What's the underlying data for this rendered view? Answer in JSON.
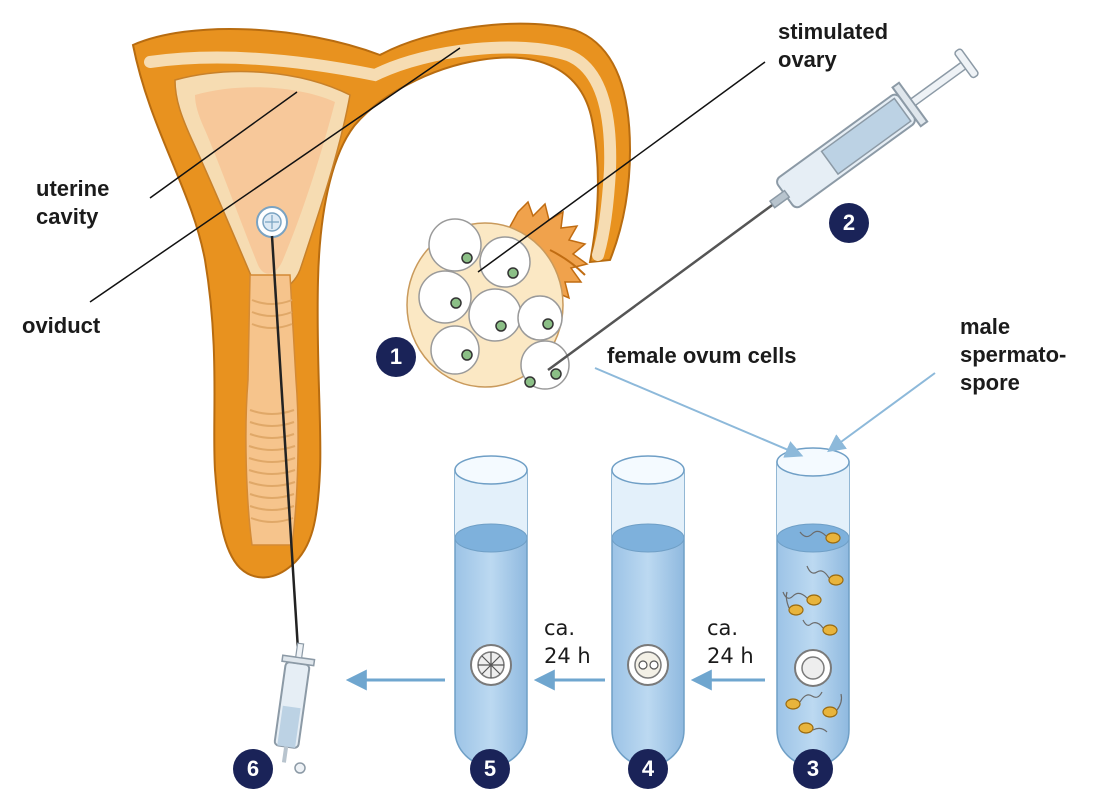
{
  "labels": {
    "uterine_cavity": "uterine\ncavity",
    "oviduct": "oviduct",
    "stimulated_ovary": "stimulated\novary",
    "female_ovum_cells": "female ovum cells",
    "male_spermatospore": "male\nspermato-\nspore",
    "incubation_4_to_3": "ca.\n24 h",
    "incubation_5_to_4": "ca.\n24 h"
  },
  "steps": [
    "1",
    "2",
    "3",
    "4",
    "5",
    "6"
  ],
  "colors": {
    "uterus_orange": "#e8921f",
    "uterus_inner": "#f6dcb2",
    "cavity_pink": "#f7c89a",
    "tube_blue": "#a9cdea",
    "liquid_blue": "#89b8e0",
    "arrow_blue": "#6fa6cf",
    "badge_navy": "#1a2358",
    "sperm_yellow": "#e8b43c"
  },
  "icons": [
    "uterus-illustration",
    "ovary-illustration",
    "syringe-icon",
    "test-tube-icon",
    "sperm-icon",
    "embryo-icon"
  ]
}
